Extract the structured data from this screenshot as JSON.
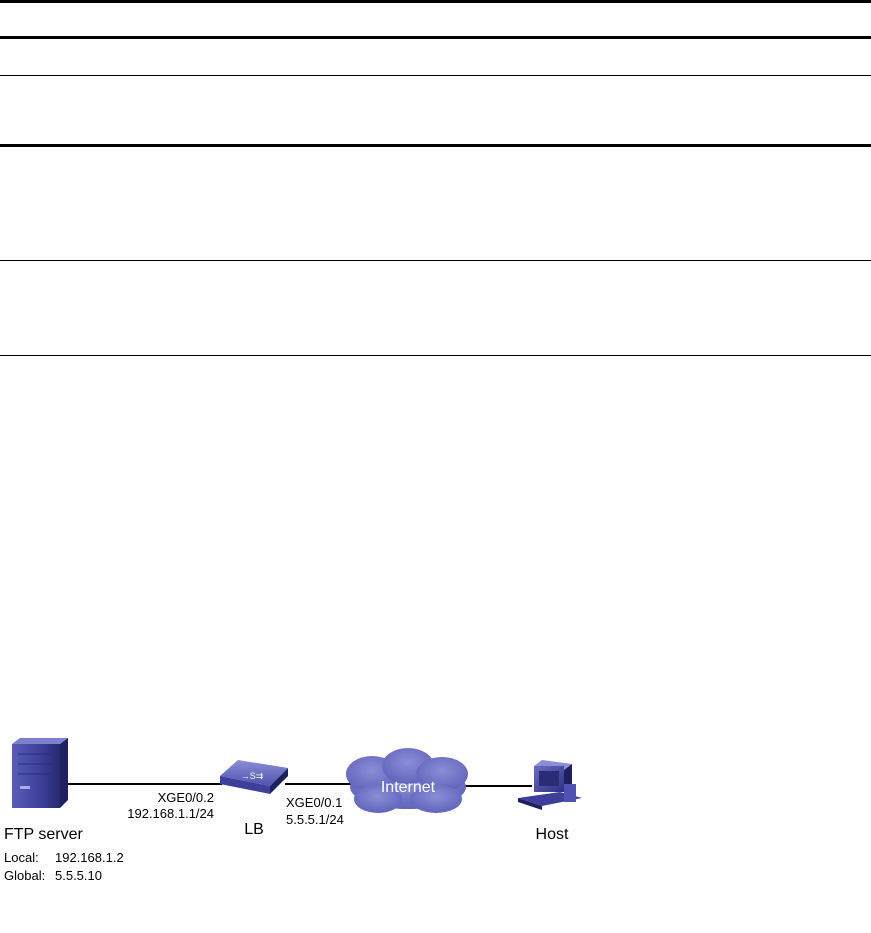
{
  "table": {
    "rows": [
      {
        "content": ""
      },
      {
        "content": ""
      },
      {
        "content": ""
      },
      {
        "content": ""
      },
      {
        "content": ""
      }
    ]
  },
  "diagram": {
    "nodes": {
      "ftp_server": {
        "label": "FTP server",
        "local_label": "Local:",
        "local_value": "192.168.1.2",
        "global_label": "Global:",
        "global_value": "5.5.5.10"
      },
      "lb": {
        "label": "LB",
        "left_interface": "XGE0/0.2",
        "left_ip": "192.168.1.1/24",
        "right_interface": "XGE0/0.1",
        "right_ip": "5.5.5.1/24"
      },
      "internet": {
        "label": "Internet"
      },
      "host": {
        "label": "Host"
      }
    },
    "colors": {
      "device_blue": "#3d3f9a",
      "device_dark": "#1e2060",
      "device_light": "#7d80cc",
      "cloud": "#6f73c2",
      "cloud_text": "#ffffff",
      "link": "#000000"
    }
  }
}
